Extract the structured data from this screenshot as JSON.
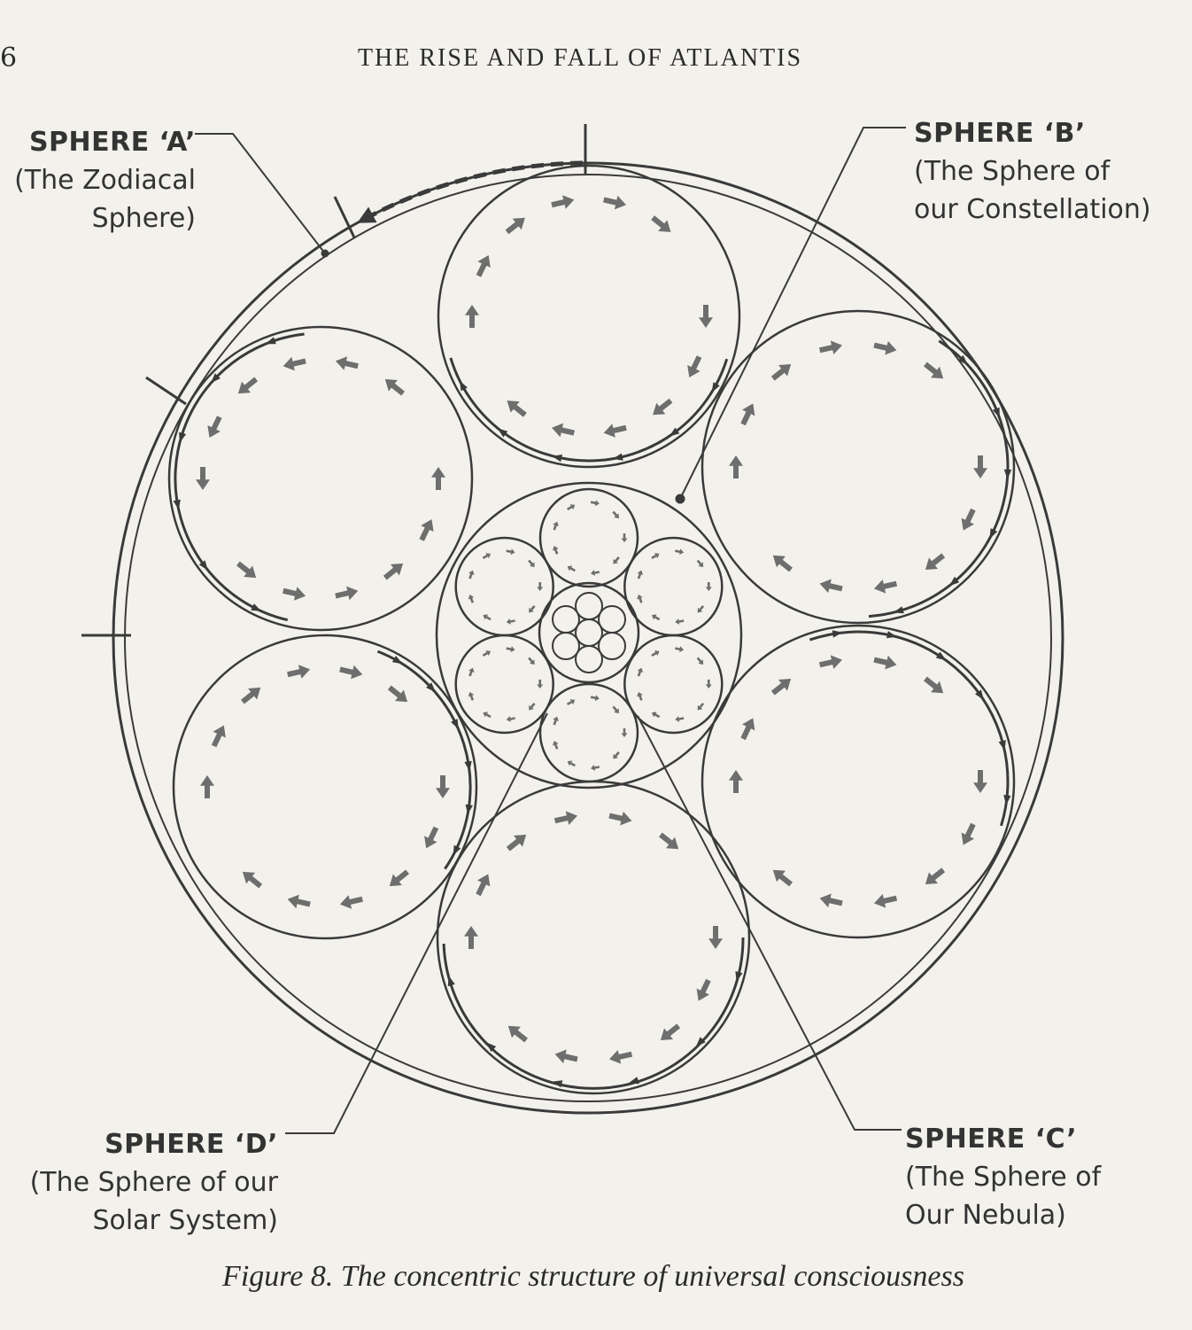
{
  "page": {
    "page_number": "6",
    "running_head": "THE RISE AND FALL OF ATLANTIS"
  },
  "labels": {
    "sphere_a": {
      "title": "SPHERE ‘A’",
      "line1": "(The Zodiacal",
      "line2": "Sphere)"
    },
    "sphere_b": {
      "title": "SPHERE ‘B’",
      "line1": "(The Sphere of",
      "line2": "our Constellation)"
    },
    "sphere_c": {
      "title": "SPHERE ‘C’",
      "line1": "(The Sphere of",
      "line2": "Our Nebula)"
    },
    "sphere_d": {
      "title": "SPHERE ‘D’",
      "line1": "(The Sphere of our",
      "line2": "Solar System)"
    }
  },
  "caption": "Figure 8. The concentric structure of universal consciousness",
  "colors": {
    "ink": "#3a3a3a",
    "arrow": "#6e6e6e",
    "paper": "#f3f1ec"
  }
}
